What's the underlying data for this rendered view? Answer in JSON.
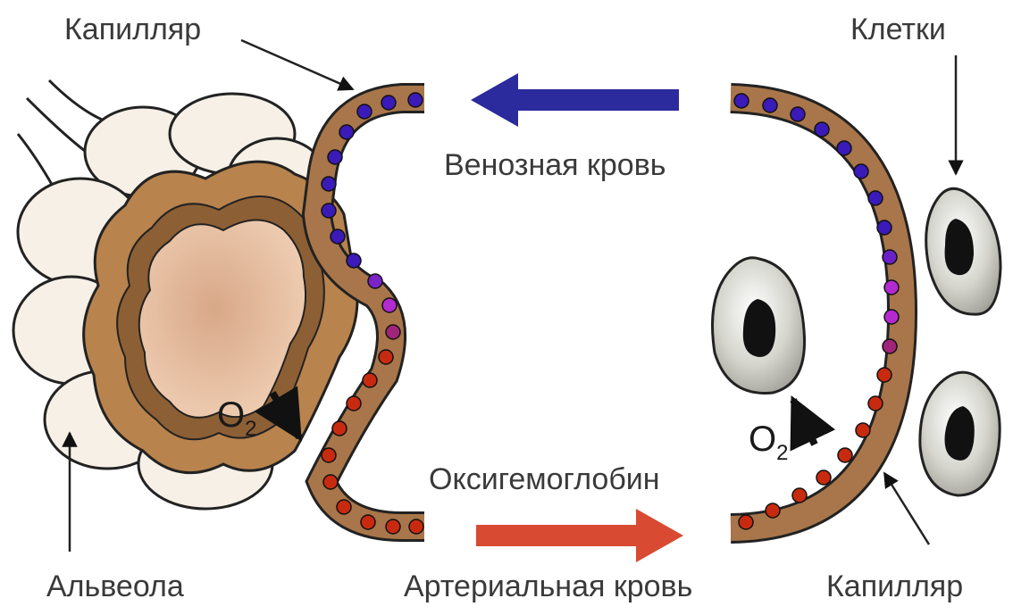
{
  "labels": {
    "capillary_top": "Капилляр",
    "cells": "Клетки",
    "venous_blood": "Венозная кровь",
    "oxyhemoglobin": "Оксигемоглобин",
    "arterial_blood": "Артериальная кровь",
    "alveolus": "Альвеола",
    "capillary_bottom": "Капилляр",
    "o2_left_main": "O",
    "o2_left_sub": "2",
    "o2_right_main": "O",
    "o2_right_sub": "2"
  },
  "colors": {
    "venous": "#2b2b9e",
    "arterial": "#d84a32",
    "venous_dot": "#3a1ab8",
    "mixed_dot": "#b22ad0",
    "arterial_dot": "#c82a10",
    "capillary_wall": "#a8764a",
    "alveolus_tissue": "#b8834d",
    "alveolus_inner": "#e7c2a4",
    "cell_fill": "#b9b9b0",
    "nucleus": "#111111"
  }
}
